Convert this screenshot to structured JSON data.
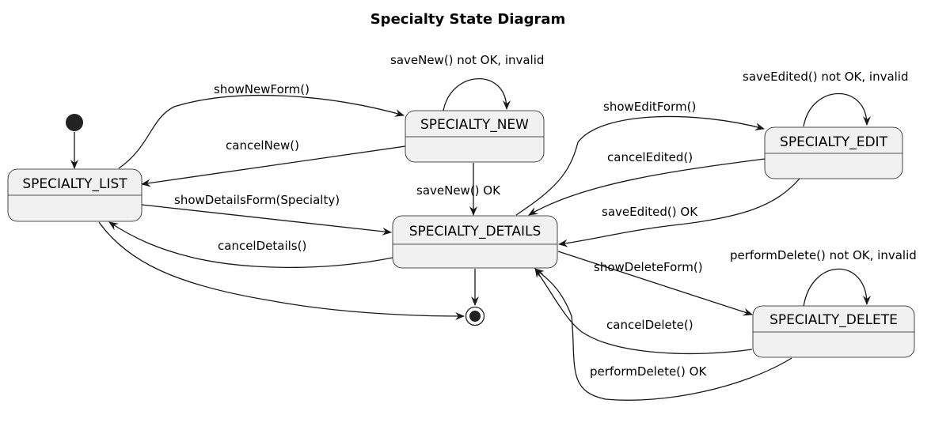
{
  "diagram": {
    "title": "Specialty State Diagram",
    "colors": {
      "state_fill": "#f1f1f1",
      "stroke": "#181818",
      "text": "#000000",
      "background": "#ffffff"
    },
    "states": [
      {
        "id": "list",
        "name": "SPECIALTY_LIST"
      },
      {
        "id": "new",
        "name": "SPECIALTY_NEW"
      },
      {
        "id": "details",
        "name": "SPECIALTY_DETAILS"
      },
      {
        "id": "edit",
        "name": "SPECIALTY_EDIT"
      },
      {
        "id": "delete",
        "name": "SPECIALTY_DELETE"
      }
    ],
    "transitions": [
      {
        "from": "start",
        "to": "list",
        "label": ""
      },
      {
        "from": "list",
        "to": "new",
        "label": "showNewForm()"
      },
      {
        "from": "new",
        "to": "new",
        "label": "saveNew() not OK, invalid"
      },
      {
        "from": "new",
        "to": "list",
        "label": "cancelNew()"
      },
      {
        "from": "new",
        "to": "details",
        "label": "saveNew() OK"
      },
      {
        "from": "list",
        "to": "details",
        "label": "showDetailsForm(Specialty)"
      },
      {
        "from": "details",
        "to": "list",
        "label": "cancelDetails()"
      },
      {
        "from": "list",
        "to": "end",
        "label": ""
      },
      {
        "from": "details",
        "to": "end",
        "label": ""
      },
      {
        "from": "details",
        "to": "edit",
        "label": "showEditForm()"
      },
      {
        "from": "edit",
        "to": "edit",
        "label": "saveEdited() not OK, invalid"
      },
      {
        "from": "edit",
        "to": "details",
        "label": "cancelEdited()"
      },
      {
        "from": "edit",
        "to": "details",
        "label": "saveEdited() OK"
      },
      {
        "from": "details",
        "to": "delete",
        "label": "showDeleteForm()"
      },
      {
        "from": "delete",
        "to": "delete",
        "label": "performDelete() not OK, invalid"
      },
      {
        "from": "delete",
        "to": "details",
        "label": "cancelDelete()"
      },
      {
        "from": "delete",
        "to": "details",
        "label": "performDelete() OK"
      }
    ]
  }
}
